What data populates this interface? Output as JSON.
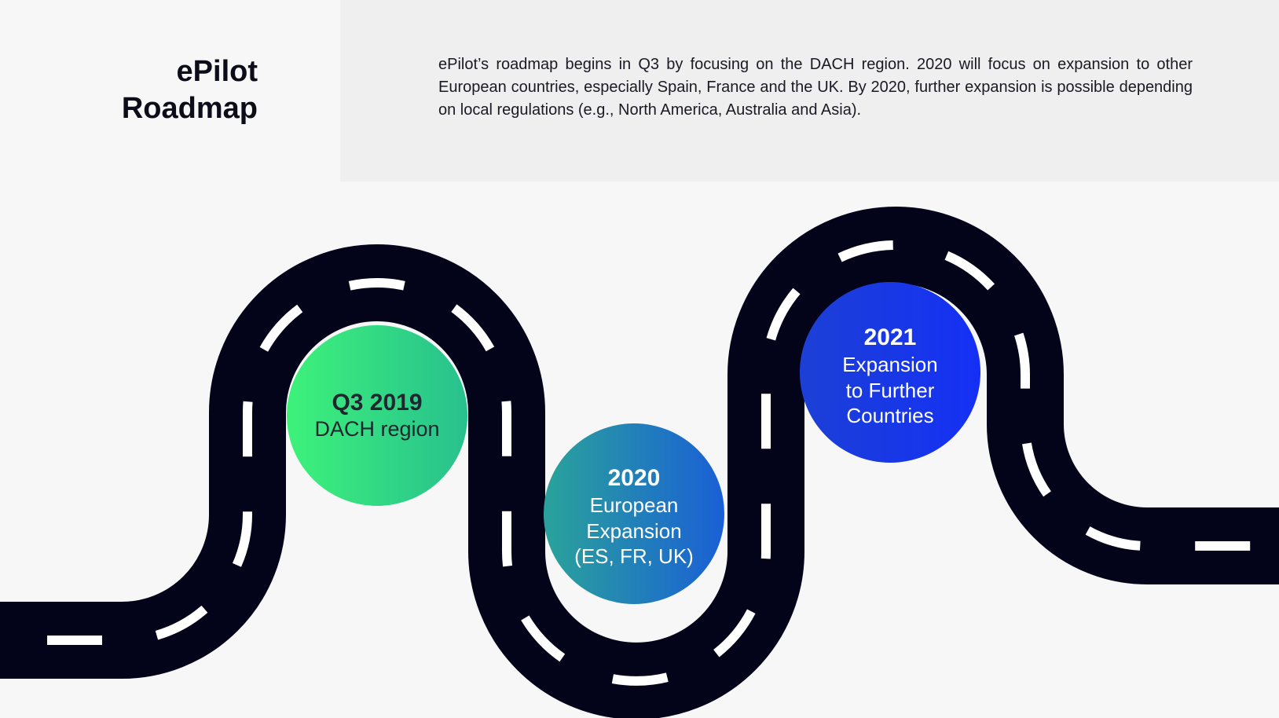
{
  "title": {
    "line1": "ePilot",
    "line2": "Roadmap"
  },
  "description": "ePilot’s roadmap begins in Q3 by focusing on the DACH region. 2020 will focus on expansion to other European countries, especially Spain, France and the UK. By 2020, further expansion is possible depending on local regulations (e.g., North America, Australia and Asia).",
  "milestones": [
    {
      "heading": "Q3 2019",
      "lines": [
        "DACH region"
      ],
      "gradient_start": "#3df27a",
      "gradient_end": "#28c08e",
      "text_color": "#1f2630"
    },
    {
      "heading": "2020",
      "lines": [
        "European",
        "Expansion",
        "(ES, FR, UK)"
      ],
      "gradient_start": "#2aa39a",
      "gradient_end": "#1a5fd6",
      "text_color": "#ffffff"
    },
    {
      "heading": "2021",
      "lines": [
        "Expansion",
        "to Further",
        "Countries"
      ],
      "gradient_start": "#1c40d6",
      "gradient_end": "#1530f5",
      "text_color": "#ffffff"
    }
  ],
  "colors": {
    "road": "#03031a",
    "road_marking": "#ffffff",
    "background": "#f7f7f7",
    "panel": "#efefef"
  }
}
